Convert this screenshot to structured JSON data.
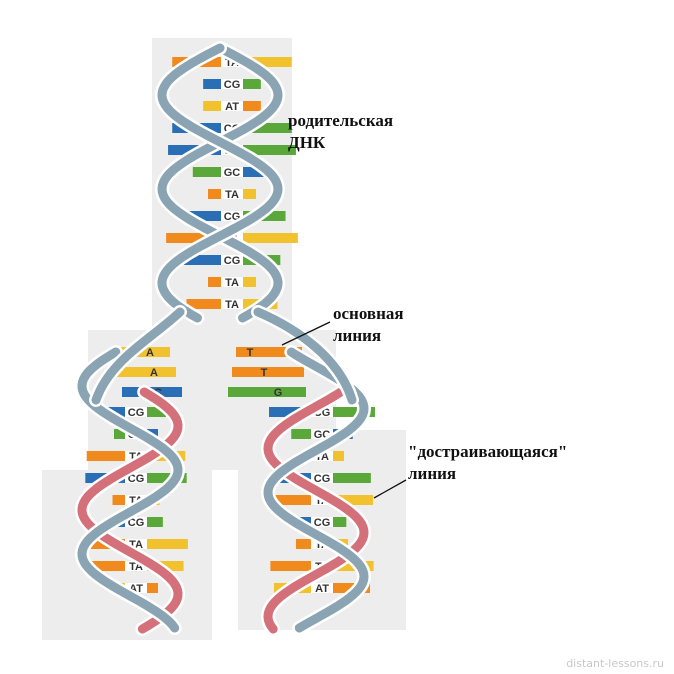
{
  "labels": {
    "parent_line1": "родительская",
    "parent_line2": "ДНК",
    "main_line1": "основная",
    "main_line2": "линия",
    "new_line1": "\"достраивающаяся\"",
    "new_line2": "линия"
  },
  "watermark": "distant-lessons.ru",
  "colors": {
    "backbone": "#8aa4b4",
    "new_strand": "#d4707a",
    "A": "#f2c12e",
    "T": "#f08a1c",
    "C": "#2a6fb5",
    "G": "#5aa83a",
    "backdrop": "#ededed"
  },
  "parent_pairs": [
    {
      "pair": "TA"
    },
    {
      "pair": "CG"
    },
    {
      "pair": "AT"
    },
    {
      "pair": "CG"
    },
    {
      "pair": "CG"
    },
    {
      "pair": "GC"
    },
    {
      "pair": "TA"
    },
    {
      "pair": "CG"
    },
    {
      "pair": "TA"
    },
    {
      "pair": "CG"
    },
    {
      "pair": "TA"
    },
    {
      "pair": "TA"
    }
  ],
  "fork_left_bases": [
    "A",
    "A",
    "C"
  ],
  "fork_right_bases": [
    "T",
    "T",
    "G"
  ],
  "left_daughter_pairs": [
    {
      "pair": "CG"
    },
    {
      "pair": "GC"
    },
    {
      "pair": "TA"
    },
    {
      "pair": "CG"
    },
    {
      "pair": "TA"
    },
    {
      "pair": "CG"
    },
    {
      "pair": "TA"
    },
    {
      "pair": "TA"
    },
    {
      "pair": "AT"
    }
  ],
  "right_daughter_pairs": [
    {
      "pair": "CG"
    },
    {
      "pair": "GC"
    },
    {
      "pair": "TA"
    },
    {
      "pair": "CG"
    },
    {
      "pair": "TA"
    },
    {
      "pair": "CG"
    },
    {
      "pair": "TA"
    },
    {
      "pair": "TA"
    },
    {
      "pair": "AT"
    }
  ]
}
